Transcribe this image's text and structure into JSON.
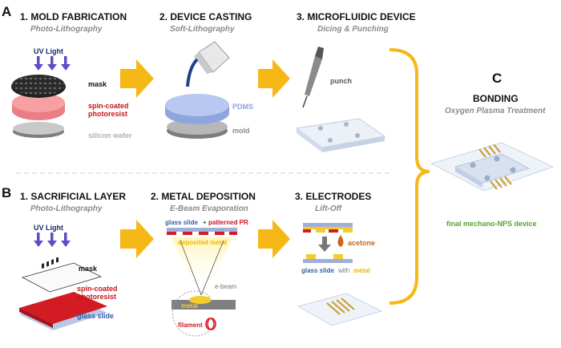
{
  "section_a": "A",
  "section_b": "B",
  "section_c": "C",
  "row_a": {
    "step1": {
      "title": "1. MOLD FABRICATION",
      "subtitle": "Photo-Lithography",
      "uv": "UV Light",
      "mask": "mask",
      "photoresist_1": "spin-coated",
      "photoresist_2": "photoresist",
      "wafer": "silicon wafer"
    },
    "step2": {
      "title": "2. DEVICE CASTING",
      "subtitle": "Soft-Lithography",
      "pdms": "PDMS",
      "mold": "mold"
    },
    "step3": {
      "title": "3. MICROFLUIDIC DEVICE",
      "subtitle": "Dicing & Punching",
      "punch": "punch"
    }
  },
  "row_b": {
    "step1": {
      "title": "1. SACRIFICIAL LAYER",
      "subtitle": "Photo-Lithography",
      "uv": "UV Light",
      "mask": "mask",
      "photoresist_1": "spin-coated",
      "photoresist_2": "photoresist",
      "glass": "glass slide"
    },
    "step2": {
      "title": "2. METAL DEPOSITION",
      "subtitle": "E-Beam Evaporation",
      "glass_slide": "glass slide",
      "plus": "+",
      "patterned_pr": "patterned PR",
      "deposited_metal": "deposited metal",
      "ebeam": "e-beam",
      "metal": "metal",
      "filament": "filament"
    },
    "step3": {
      "title": "3. ELECTRODES",
      "subtitle": "Lift-Off",
      "acetone": "acetone",
      "glass_slide": "glass slide",
      "with": "with",
      "metal": "metal"
    }
  },
  "bonding": {
    "title": "BONDING",
    "subtitle": "Oxygen Plasma Treatment",
    "final": "final mechano-NPS device"
  },
  "colors": {
    "arrow": "#f6b817",
    "uv_arrow": "#5a4fc4",
    "photoresist_red": "#e31b23",
    "pink": "#f7a0a4",
    "pdms_blue": "#9fb5e8",
    "metal_yellow": "#f3cd2e",
    "green_text": "#55a532",
    "orange_text": "#e57a1c",
    "glass_blue": "#2f5fa8"
  }
}
